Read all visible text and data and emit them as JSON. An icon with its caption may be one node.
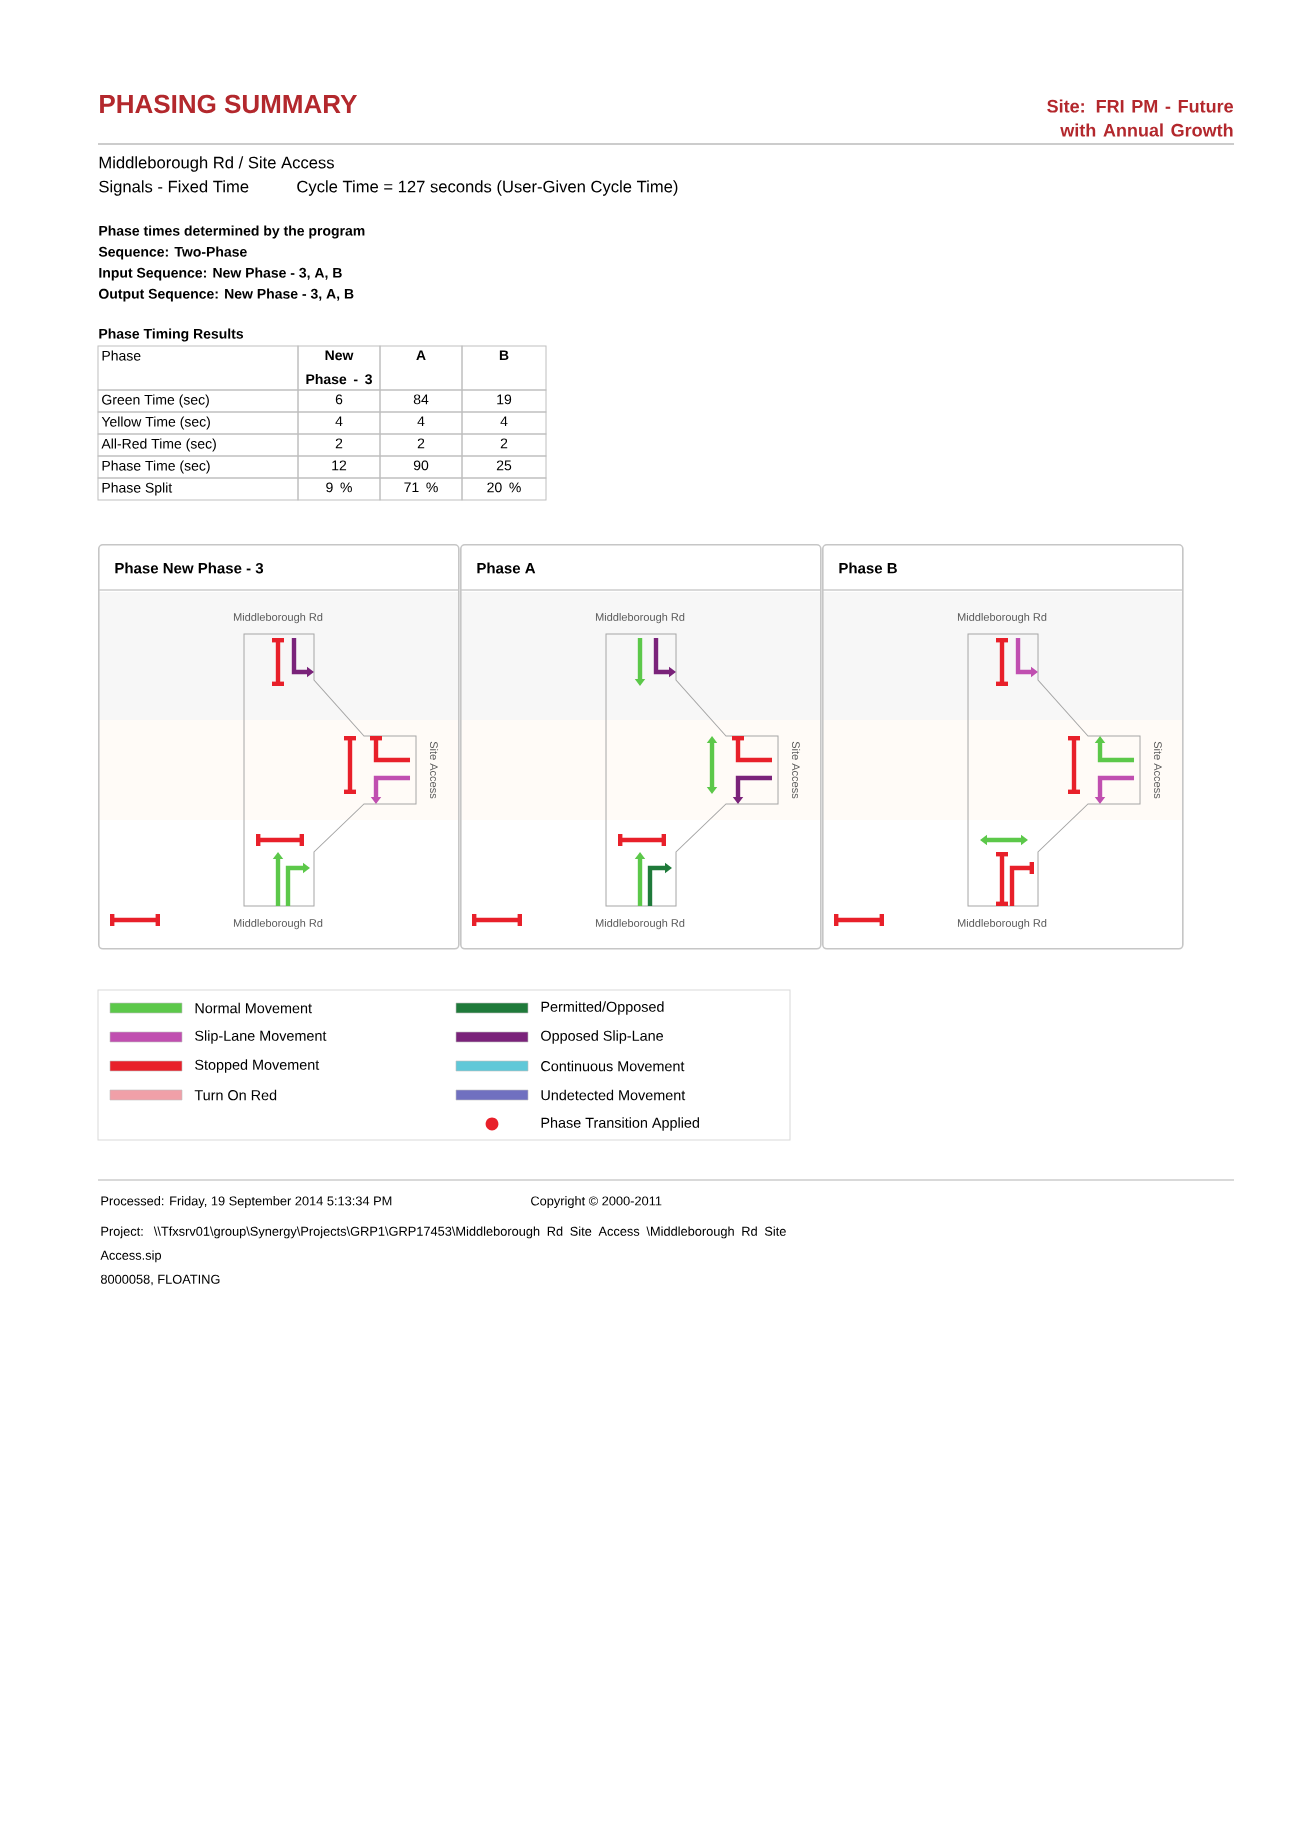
{
  "diagram": {
    "title": "PHASING SUMMARY",
    "nodes": [
      {
        "text": [
          "Phase New Phase - 3",
          "Middleborough Rd",
          "Site Access",
          "Middleborough Rd"
        ]
      },
      {
        "text": [
          "Phase A",
          "Middleborough Rd",
          "Site Access",
          "Middleborough Rd"
        ]
      },
      {
        "text": [
          "Phase B",
          "Middleborough Rd",
          "Site Access",
          "Middleborough Rd"
        ]
      }
    ],
    "labels": [
      "Site: FRI PM -  Future with Annual Growth",
      "Middleborough Rd / Site Access",
      "Signals - Fixed Time",
      "Cycle Time = 127 seconds (User-Given Cycle Time)",
      "Phase times determined by the program",
      "Sequence: Two-Phase",
      "Input Sequence: New Phase - 3, A, B",
      "Output Sequence: New Phase - 3, A, B",
      "Phase Timing Results",
      "Phase",
      "New Phase - 3",
      "A",
      "B",
      "Green Time (sec)",
      "6",
      "84",
      "19",
      "Yellow Time (sec)",
      "4",
      "4",
      "4",
      "All-Red Time (sec)",
      "2",
      "2",
      "2",
      "Phase Time (sec)",
      "12",
      "90",
      "25",
      "Phase Split",
      "9 %",
      "71 %",
      "20 %",
      "Processed: Friday, 19 September 2014 5:13:34 PM",
      "Copyright © 2000-2011",
      "Project: \\\\Tfxsrv01\\group\\Synergy\\Projects\\GRP1\\GRP17453\\Middleborough Rd Site Access \\Middleborough Rd Site Access.sip",
      "8000058, FLOATING"
    ],
    "legend": [
      {
        "text": "Normal Movement",
        "color": "#5cc84a"
      },
      {
        "text": "Slip-Lane Movement",
        "color": "#c04fb0"
      },
      {
        "text": "Stopped Movement",
        "color": "#e8202a"
      },
      {
        "text": "Turn On Red",
        "color": "#f0a0a8"
      },
      {
        "text": "Permitted/Opposed",
        "color": "#1f7a3a"
      },
      {
        "text": "Opposed Slip-Lane",
        "color": "#7a237a"
      },
      {
        "text": "Continuous Movement",
        "color": "#60c8d8"
      },
      {
        "text": "Undetected Movement",
        "color": "#7070c0"
      },
      {
        "text": "Phase Transition Applied"
      }
    ]
  }
}
